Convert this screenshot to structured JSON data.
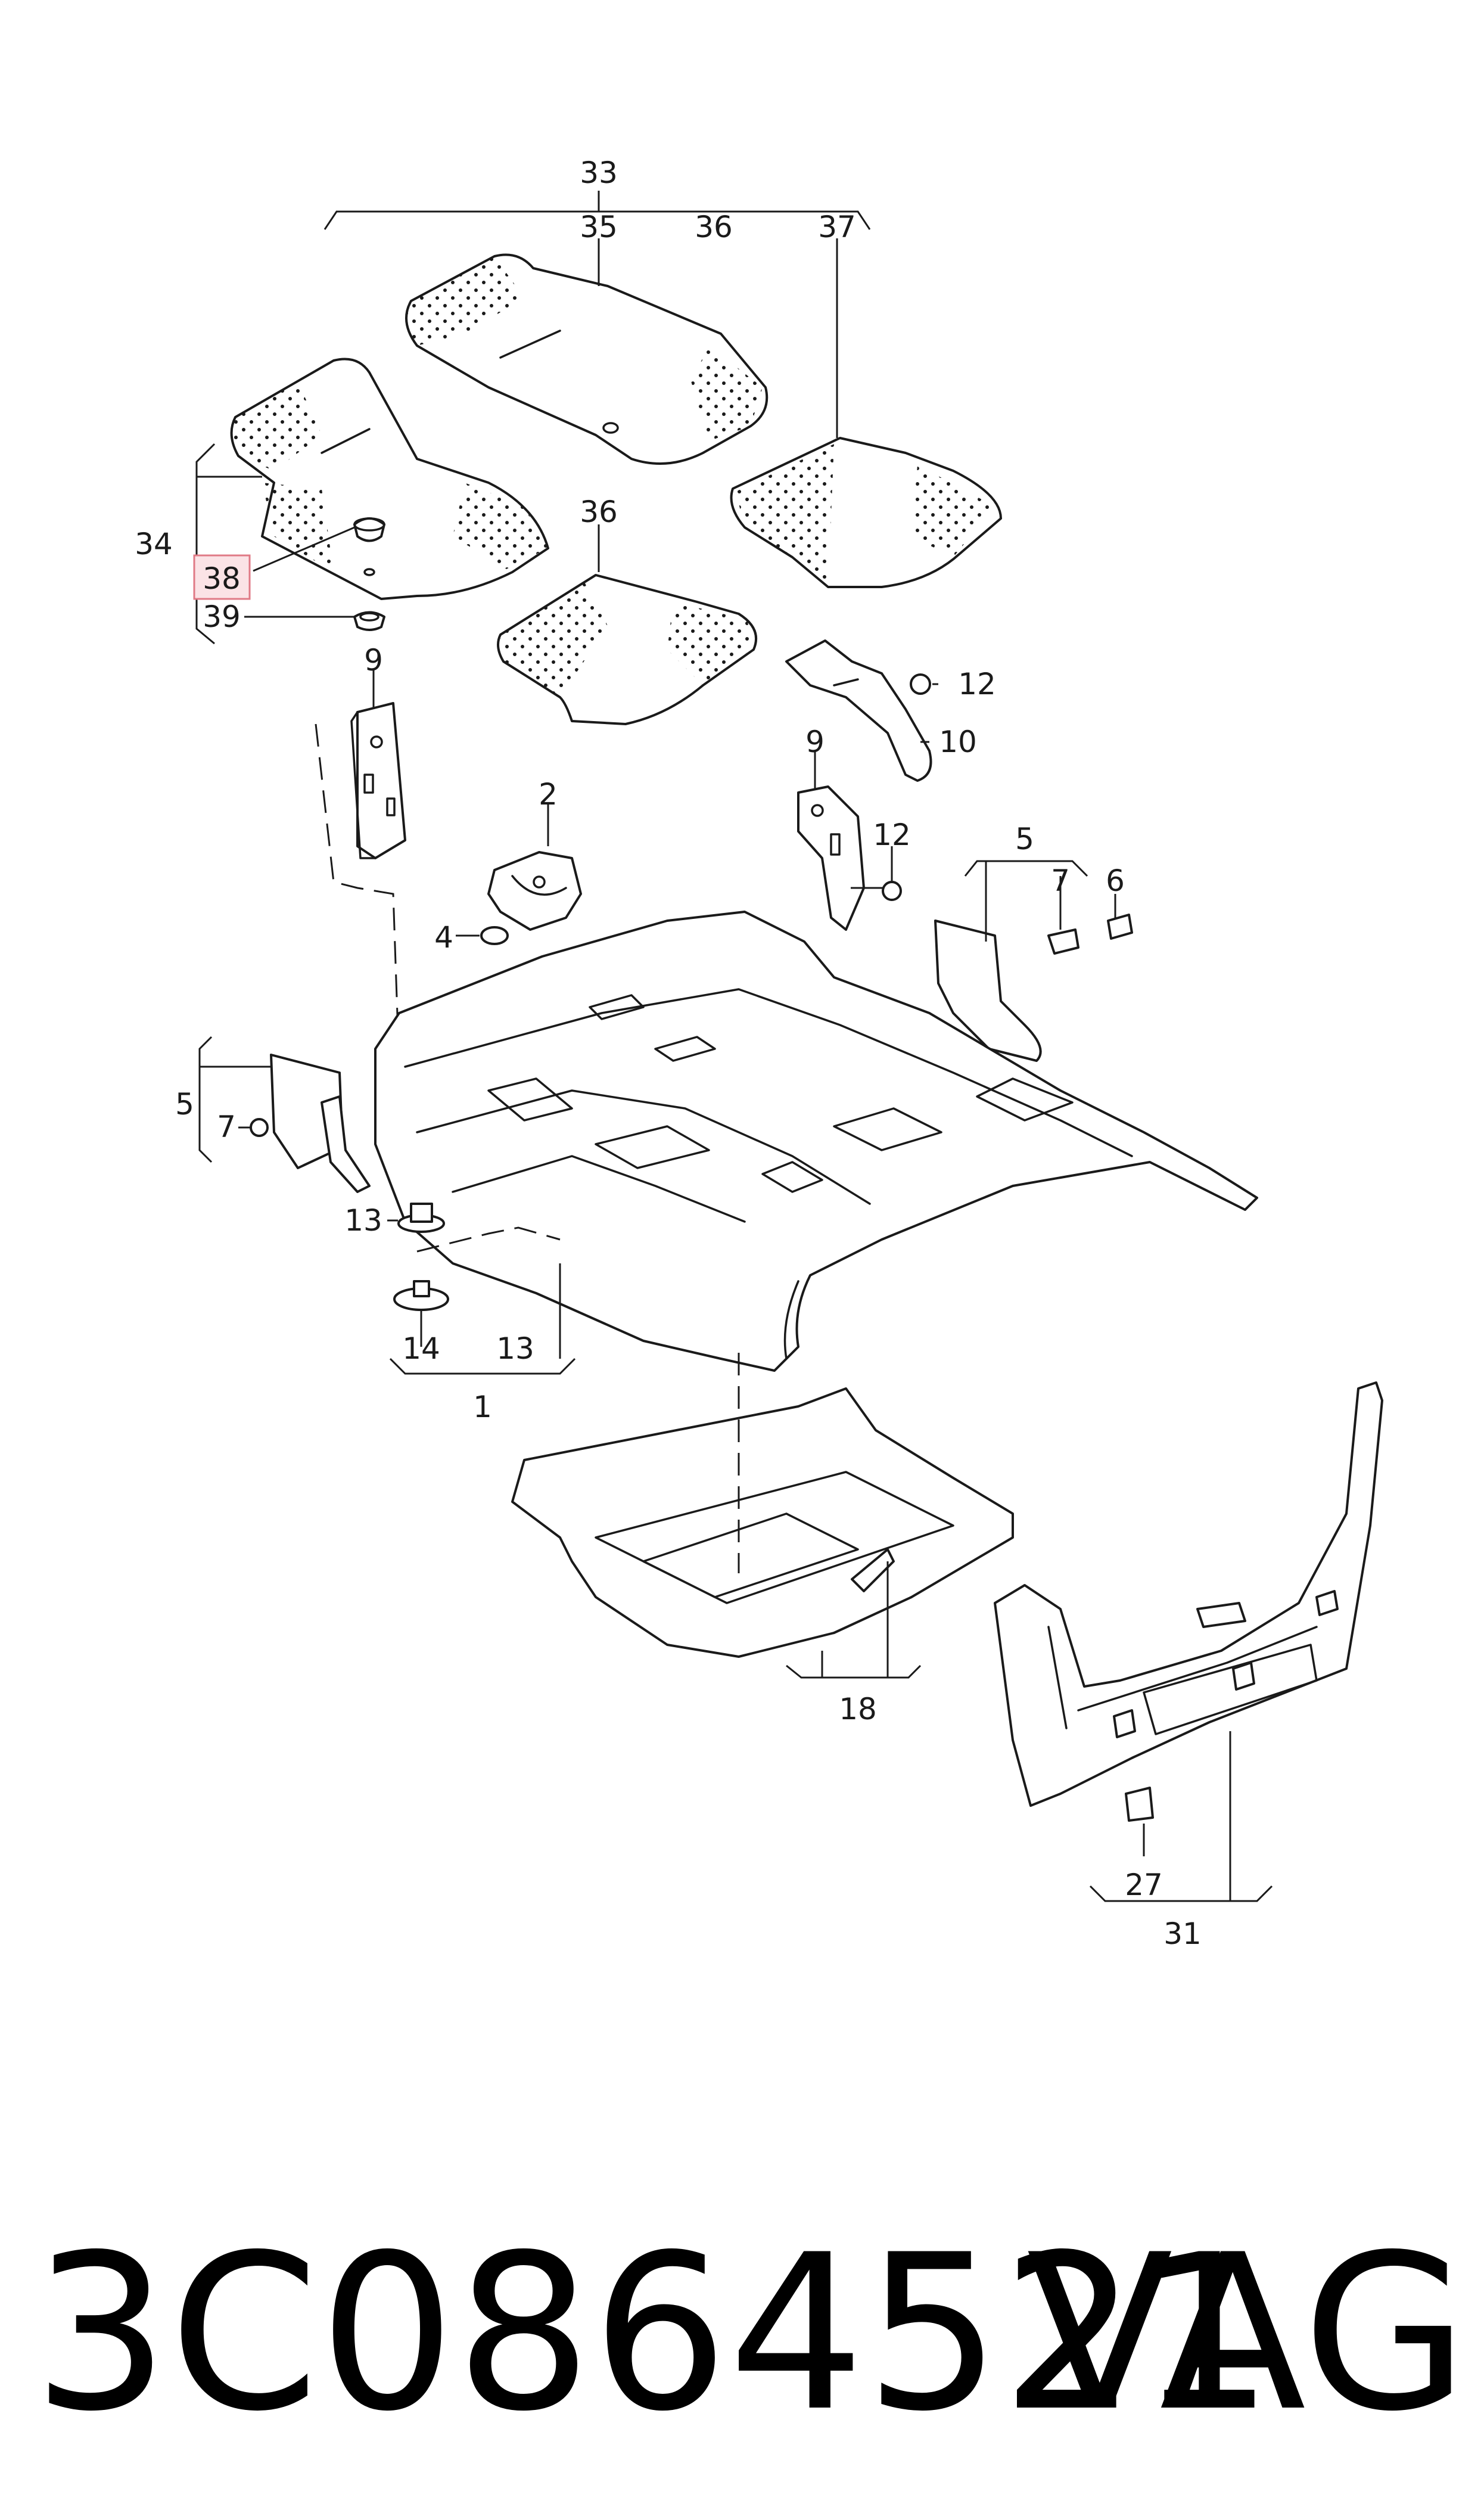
{
  "callouts": {
    "c1": "1",
    "c2": "2",
    "c4": "4",
    "c5a": "5",
    "c5b": "5",
    "c6": "6",
    "c7a": "7",
    "c7b": "7",
    "c9a": "9",
    "c9b": "9",
    "c10": "10",
    "c12a": "12",
    "c12b": "12",
    "c13a": "13",
    "c13b": "13",
    "c14": "14",
    "c18": "18",
    "c27": "27",
    "c31": "31",
    "c33": "33",
    "c34": "34",
    "c35": "35",
    "c36a": "36",
    "c36b": "36",
    "c37": "37",
    "c38": "38",
    "c39": "39"
  },
  "highlighted_callout": "38",
  "colors": {
    "highlight_fill": "#fbe3e6",
    "highlight_stroke": "#e07a86",
    "line": "#1a1a1a"
  },
  "part_number": "3C0864521",
  "brand": "VAG"
}
